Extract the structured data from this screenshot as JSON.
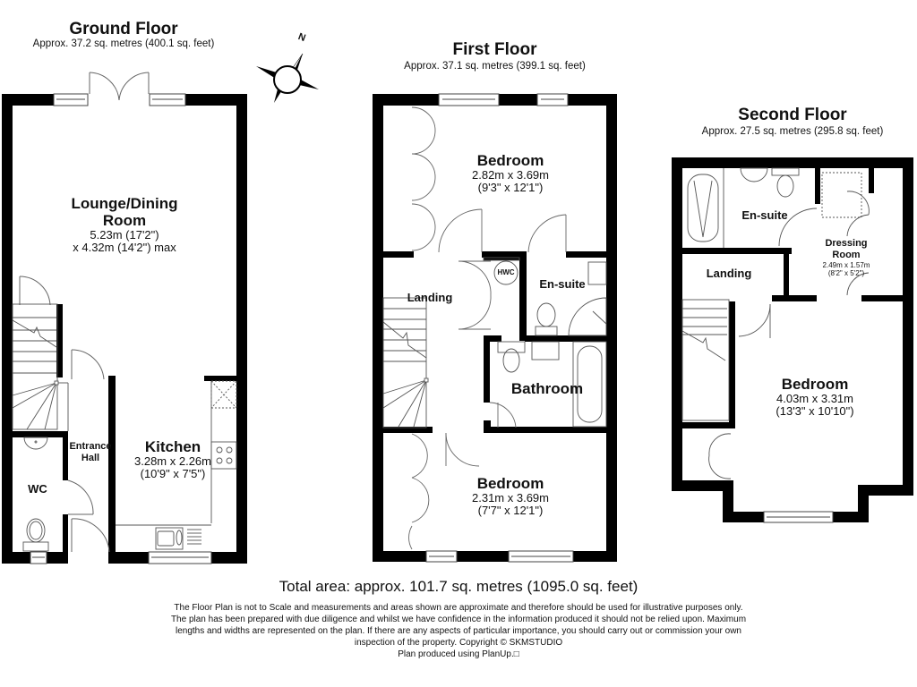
{
  "floors": {
    "ground": {
      "title": "Ground Floor",
      "area": "Approx. 37.2 sq. metres (400.1 sq. feet)",
      "rooms": {
        "lounge": {
          "name_line1": "Lounge/Dining",
          "name_line2": "Room",
          "dim_line1": "5.23m (17'2\")",
          "dim_line2": "x 4.32m (14'2\") max"
        },
        "kitchen": {
          "name": "Kitchen",
          "dim_metric": "3.28m x 2.26m",
          "dim_imperial": "(10'9\" x 7'5\")"
        },
        "entrance": {
          "name_line1": "Entrance",
          "name_line2": "Hall"
        },
        "wc": {
          "name": "WC"
        }
      }
    },
    "first": {
      "title": "First Floor",
      "area": "Approx. 37.1 sq. metres (399.1 sq. feet)",
      "rooms": {
        "bedroom_top": {
          "name": "Bedroom",
          "dim_metric": "2.82m x 3.69m",
          "dim_imperial": "(9'3\" x 12'1\")"
        },
        "landing": {
          "name": "Landing"
        },
        "hwc": {
          "label": "HWC"
        },
        "ensuite": {
          "name": "En-suite"
        },
        "bathroom": {
          "name": "Bathroom"
        },
        "bedroom_bottom": {
          "name": "Bedroom",
          "dim_metric": "2.31m x 3.69m",
          "dim_imperial": "(7'7\" x 12'1\")"
        }
      }
    },
    "second": {
      "title": "Second Floor",
      "area": "Approx. 27.5 sq. metres (295.8 sq. feet)",
      "rooms": {
        "ensuite": {
          "name": "En-suite"
        },
        "dressing": {
          "name_line1": "Dressing",
          "name_line2": "Room",
          "dim_metric": "2.49m x 1.57m",
          "dim_imperial": "(8'2\" x 5'2\")"
        },
        "landing": {
          "name": "Landing"
        },
        "bedroom": {
          "name": "Bedroom",
          "dim_metric": "4.03m x 3.31m",
          "dim_imperial": "(13'3\" x 10'10\")"
        }
      }
    }
  },
  "compass": {
    "label": "N"
  },
  "footer": {
    "total_area": "Total area: approx. 101.7 sq. metres (1095.0 sq. feet)",
    "disclaimer_lines": [
      "The Floor Plan is not to Scale and measurements and areas shown are approximate and therefore should be used for illustrative purposes only.",
      "The plan has been prepared with due diligence and whilst we have confidence in the information produced it should not be relied upon. Maximum",
      "lengths and widths are represented on the plan. If there are any aspects of particular importance, you should carry out or commission your own",
      "inspection of the property. Copyright © SKMSTUDIO",
      "Plan produced using PlanUp.□"
    ]
  },
  "colors": {
    "wall": "#000000",
    "background": "#ffffff",
    "fixture_line": "#555555"
  }
}
